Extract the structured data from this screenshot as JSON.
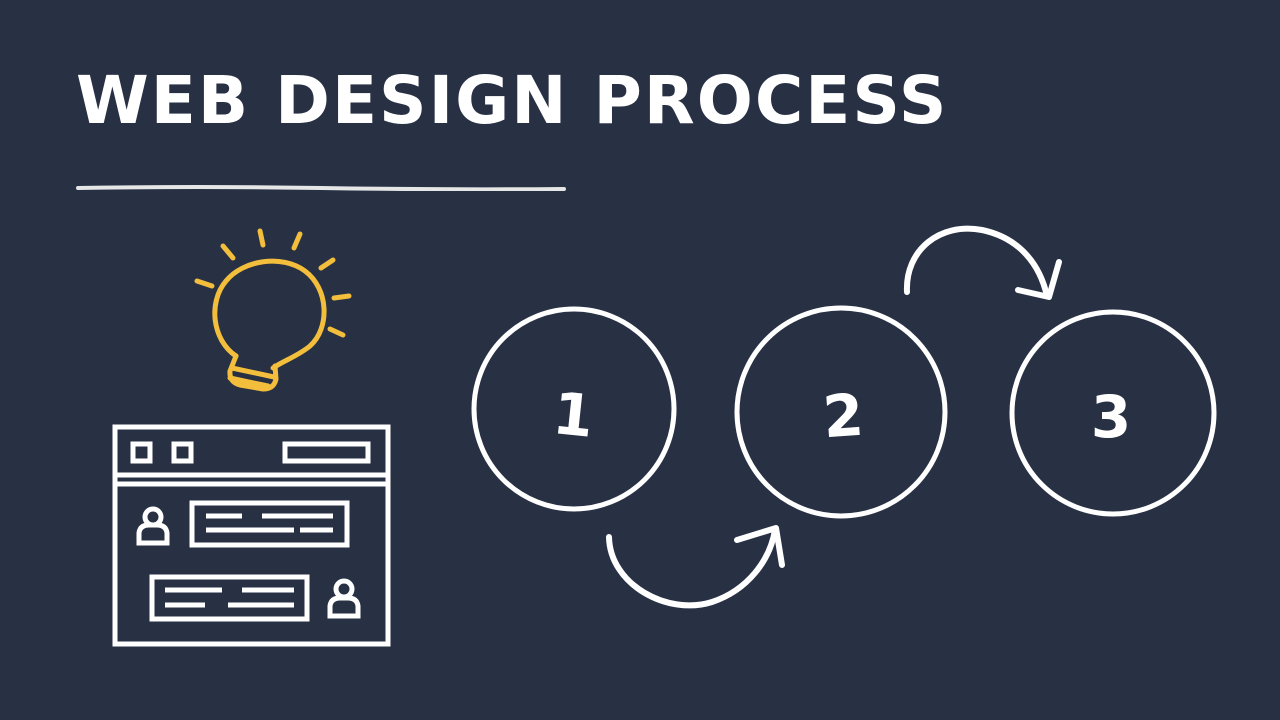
{
  "title": "WEB DESIGN PROCESS",
  "steps": [
    {
      "label": "1"
    },
    {
      "label": "2"
    },
    {
      "label": "3"
    }
  ],
  "colors": {
    "background": "#283044",
    "foreground": "#ffffff",
    "accent": "#f2be3c"
  },
  "icons": {
    "idea": "lightbulb-icon",
    "page": "browser-window-icon",
    "flow": "curved-arrow-icon"
  }
}
